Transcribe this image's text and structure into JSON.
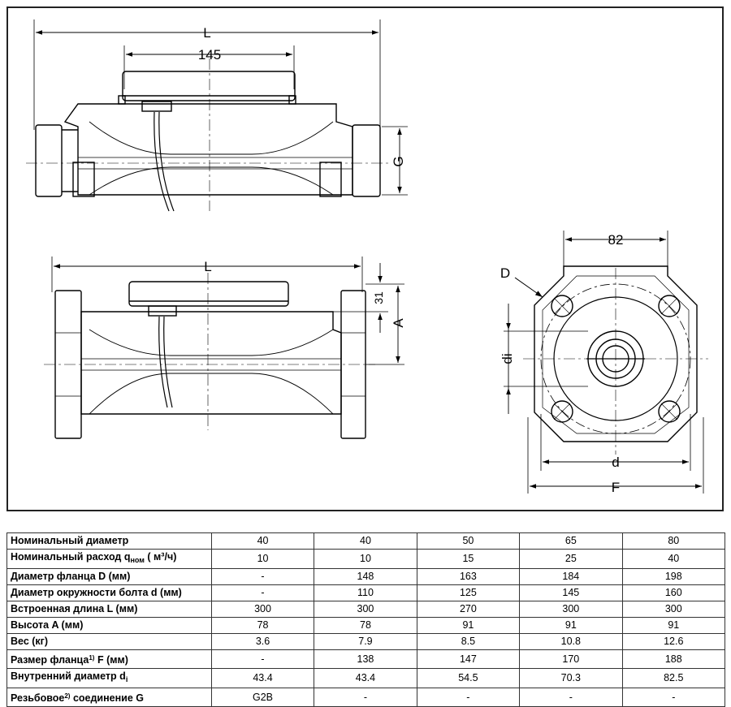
{
  "drawing": {
    "dimensions": {
      "length_top": "L",
      "length_side": "L",
      "register_width": "145",
      "thread": "G",
      "height_top": "31",
      "height_total": "A",
      "flange_bolt_pitch": "82",
      "flange_diameter": "D",
      "inner_diameter": "di",
      "bolt_circle": "d",
      "flange_size": "F"
    }
  },
  "table": {
    "rows": [
      {
        "label": "Номинальный диаметр",
        "values": [
          "40",
          "40",
          "50",
          "65",
          "80"
        ]
      },
      {
        "label_pre": "Номинальный расход q",
        "label_sub": "ном",
        "label_post": " ( м³/ч)",
        "values": [
          "10",
          "10",
          "15",
          "25",
          "40"
        ]
      },
      {
        "label": "Диаметр фланца D (мм)",
        "values": [
          "-",
          "148",
          "163",
          "184",
          "198"
        ]
      },
      {
        "label": "Диаметр окружности болта d (мм)",
        "values": [
          "-",
          "110",
          "125",
          "145",
          "160"
        ]
      },
      {
        "label": "Встроенная длина L (мм)",
        "values": [
          "300",
          "300",
          "270",
          "300",
          "300"
        ]
      },
      {
        "label": "Высота A (мм)",
        "values": [
          "78",
          "78",
          "91",
          "91",
          "91"
        ]
      },
      {
        "label": "Вес (кг)",
        "values": [
          "3.6",
          "7.9",
          "8.5",
          "10.8",
          "12.6"
        ]
      },
      {
        "label_pre": "Размер фланца",
        "label_sup": "1)",
        "label_post": " F (мм)",
        "values": [
          "-",
          "138",
          "147",
          "170",
          "188"
        ]
      },
      {
        "label_pre": "Внутренний диаметр d",
        "label_sub": "i",
        "label_post": "",
        "values": [
          "43.4",
          "43.4",
          "54.5",
          "70.3",
          "82.5"
        ]
      },
      {
        "label_pre": "Резьбовое",
        "label_sup": "2)",
        "label_post": " соединение G",
        "values": [
          "G2B",
          "-",
          "-",
          "-",
          "-"
        ]
      }
    ]
  }
}
